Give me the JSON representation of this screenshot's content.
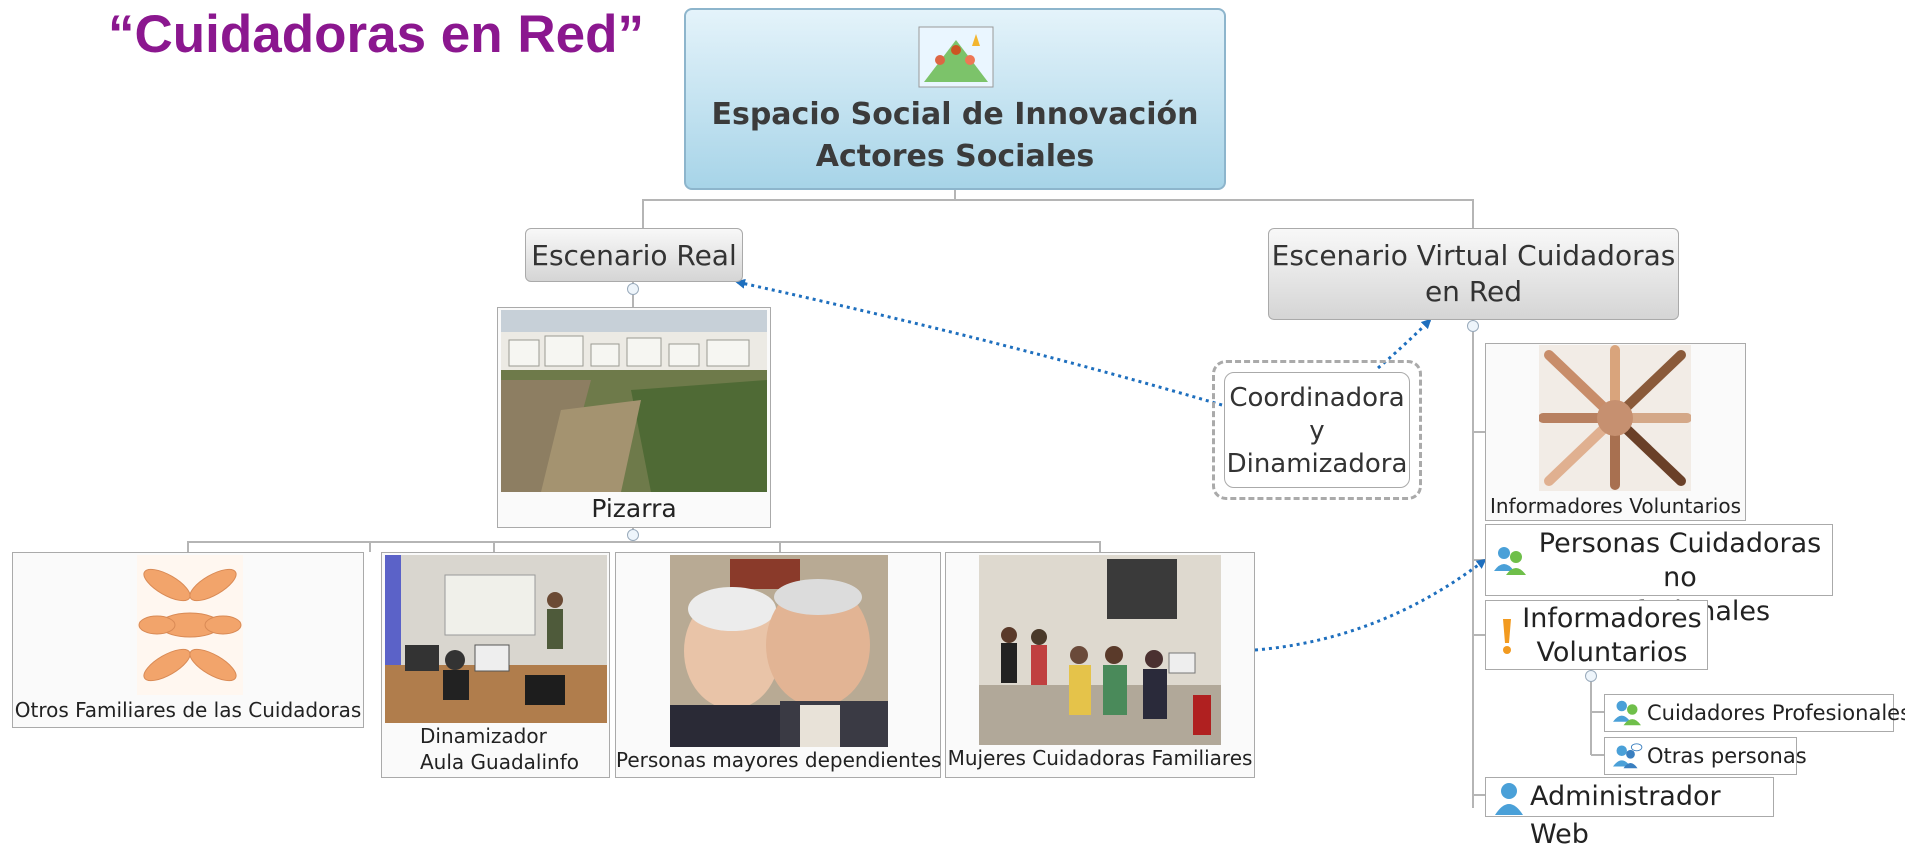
{
  "title": "“Cuidadoras en Red”",
  "root": {
    "line1": "Espacio Social de Innovación",
    "line2": "Actores Sociales",
    "icon": "climbers-collaboration-icon"
  },
  "escenario_real": {
    "label": "Escenario Real"
  },
  "escenario_virtual": {
    "line1": "Escenario Virtual Cuidadoras",
    "line2": "en Red"
  },
  "pizarra": {
    "label": "Pizarra",
    "image": "ronda-cliff-town-photo"
  },
  "coordinadora": {
    "line1": "Coordinadora",
    "line2": "y",
    "line3": "Dinamizadora"
  },
  "bottom_nodes": [
    {
      "label": "Otros Familiares de las Cuidadoras",
      "image": "joined-hands-photo"
    },
    {
      "line1": "Dinamizador",
      "line2": "Aula Guadalinfo",
      "image": "computer-classroom-photo"
    },
    {
      "label": "Personas mayores dependientes",
      "image": "elderly-couple-photo"
    },
    {
      "label": "Mujeres Cuidadoras Familiares",
      "image": "women-computer-room-photo"
    }
  ],
  "virtual_children": {
    "informadores_photo": {
      "label": "Informadores Voluntarios",
      "image": "stacked-hands-photo"
    },
    "personas_cuidadoras": {
      "line1": "Personas Cuidadoras no",
      "line2": "profesionales",
      "icon": "group-users-icon"
    },
    "informadores": {
      "line1": "Informadores",
      "line2": "Voluntarios",
      "icon": "exclamation-icon"
    },
    "cuidadores_profesionales": {
      "label": "Cuidadores Profesionales",
      "icon": "group-users-icon"
    },
    "otras_personas": {
      "label": "Otras personas",
      "icon": "users-chat-icon"
    },
    "administrador": {
      "label": "Administrador Web",
      "icon": "user-icon"
    }
  },
  "colors": {
    "title": "#8b178f",
    "arrow": "#1e6fbe",
    "root_fill": "#a7d4e8"
  }
}
